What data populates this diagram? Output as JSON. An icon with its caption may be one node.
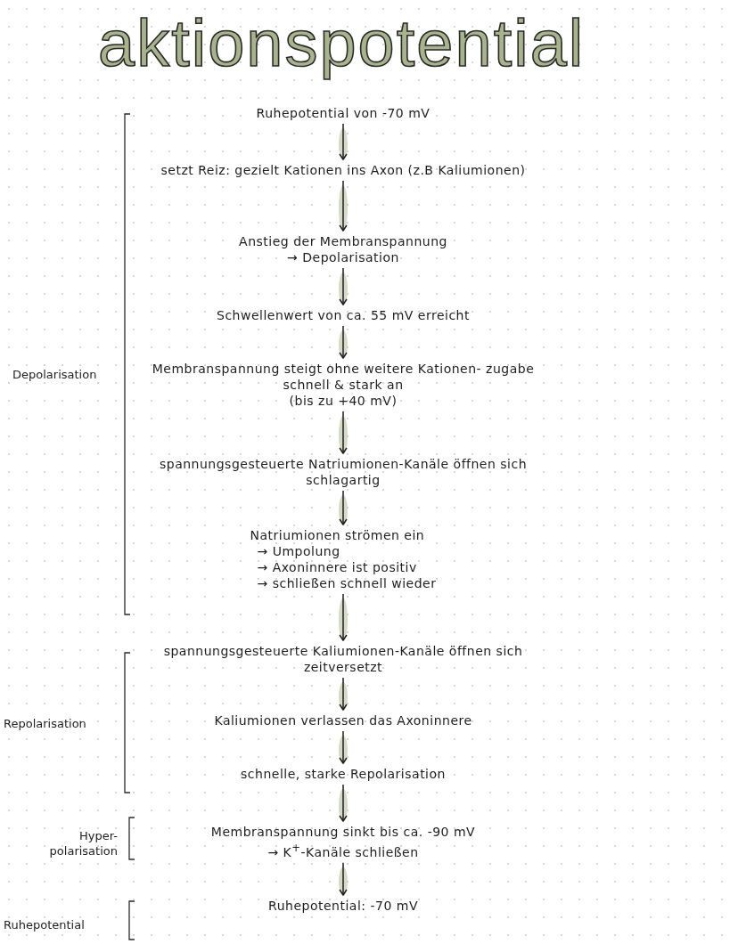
{
  "diagram": {
    "title": "aktionspotential",
    "nodes": [
      {
        "text": [
          "Ruhepotential von -70 mV"
        ]
      },
      {
        "text": [
          "setzt Reiz: gezielt Kationen ins Axon (z.B Kaliumionen)"
        ]
      },
      {
        "text": [
          "Anstieg der Membranspannung",
          "→ Depolarisation"
        ]
      },
      {
        "text": [
          "Schwellenwert von ca. 55 mV erreicht"
        ]
      },
      {
        "text": [
          "Membranspannung steigt ohne weitere Kationen- zugabe schnell & stark an",
          "(bis zu +40 mV)"
        ]
      },
      {
        "text": [
          "spannungsgesteuerte Natriumionen-Kanäle öffnen sich schlagartig"
        ]
      },
      {
        "text": [
          "Natriumionen strömen ein",
          "→ Umpolung",
          "→ Axoninnere ist positiv",
          "→ schließen schnell wieder"
        ]
      },
      {
        "text": [
          "spannungsgesteuerte Kaliumionen-Kanäle öffnen sich zeitversetzt"
        ]
      },
      {
        "text": [
          "Kaliumionen verlassen das Axoninnere"
        ]
      },
      {
        "text": [
          "schnelle, starke Repolarisation"
        ]
      },
      {
        "text": [
          "Membranspannung sinkt bis ca. -90 mV",
          "→ K$^{+}$-Kanäle schließen"
        ]
      },
      {
        "text": [
          "Ruhepotential: -70 mV"
        ]
      }
    ],
    "edges": [
      {
        "from": 0,
        "to": 1,
        "arrow": "to"
      },
      {
        "from": 1,
        "to": 2,
        "arrow": "to"
      },
      {
        "from": 2,
        "to": 3,
        "arrow": "to"
      },
      {
        "from": 3,
        "to": 4,
        "arrow": "to"
      },
      {
        "from": 4,
        "to": 5,
        "arrow": "to"
      },
      {
        "from": 5,
        "to": 6,
        "arrow": "to"
      },
      {
        "from": 6,
        "to": 7,
        "arrow": "to"
      },
      {
        "from": 7,
        "to": 8,
        "arrow": "to"
      },
      {
        "from": 8,
        "to": 9,
        "arrow": "to"
      },
      {
        "from": 9,
        "to": 10,
        "arrow": "to"
      },
      {
        "from": 10,
        "to": 11,
        "arrow": "to"
      }
    ],
    "labels": [
      "Depolarisation",
      "Repolarisation",
      "Hyper- polarisation",
      "Ruhepotential"
    ]
  }
}
